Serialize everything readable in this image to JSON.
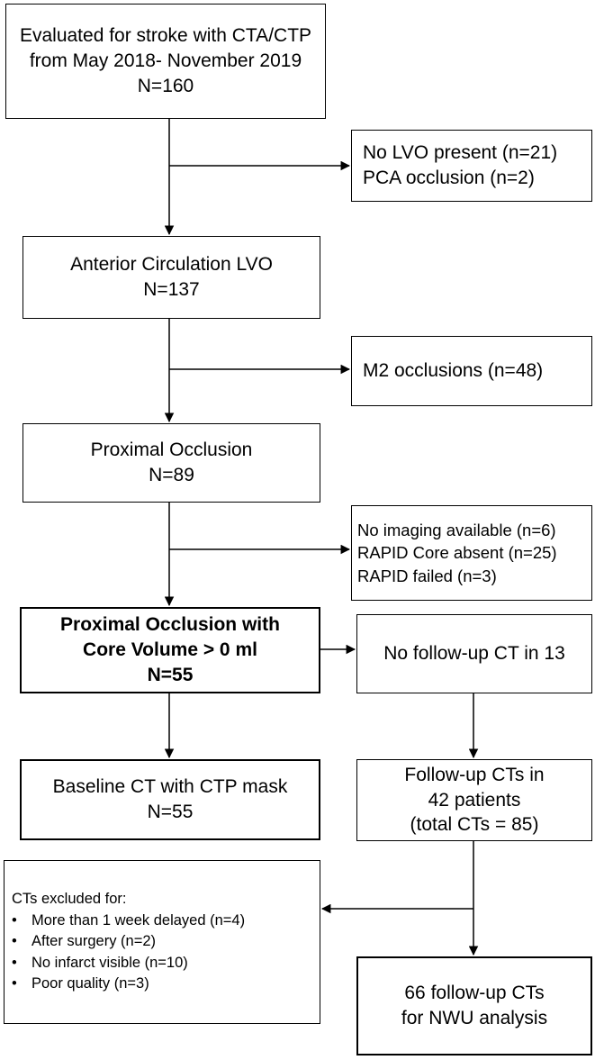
{
  "boxes": {
    "evaluated": [
      "Evaluated for stroke with CTA/CTP",
      "from May 2018- November 2019",
      "N=160"
    ],
    "excl_lvo": [
      "No LVO present (n=21)",
      "PCA occlusion (n=2)"
    ],
    "anterior": [
      "Anterior Circulation LVO",
      "N=137"
    ],
    "excl_m2": [
      "M2 occlusions (n=48)"
    ],
    "proximal": [
      "Proximal Occlusion",
      "N=89"
    ],
    "excl_rapid": [
      "No imaging available (n=6)",
      "RAPID Core absent (n=25)",
      "RAPID failed (n=3)"
    ],
    "core": [
      "Proximal Occlusion with",
      "Core Volume > 0 ml",
      "N=55"
    ],
    "no_followup": [
      "No follow-up CT in 13"
    ],
    "baseline": [
      "Baseline CT with CTP mask",
      "N=55"
    ],
    "followup": [
      "Follow-up CTs in",
      "42 patients",
      "(total CTs = 85)"
    ],
    "final": [
      "66 follow-up CTs",
      "for NWU analysis"
    ]
  },
  "excluded": {
    "title": "CTs excluded for:",
    "bullet": "•",
    "items": [
      "More than 1 week delayed (n=4)",
      "After surgery (n=2)",
      "No infarct visible (n=10)",
      "Poor quality (n=3)"
    ]
  }
}
